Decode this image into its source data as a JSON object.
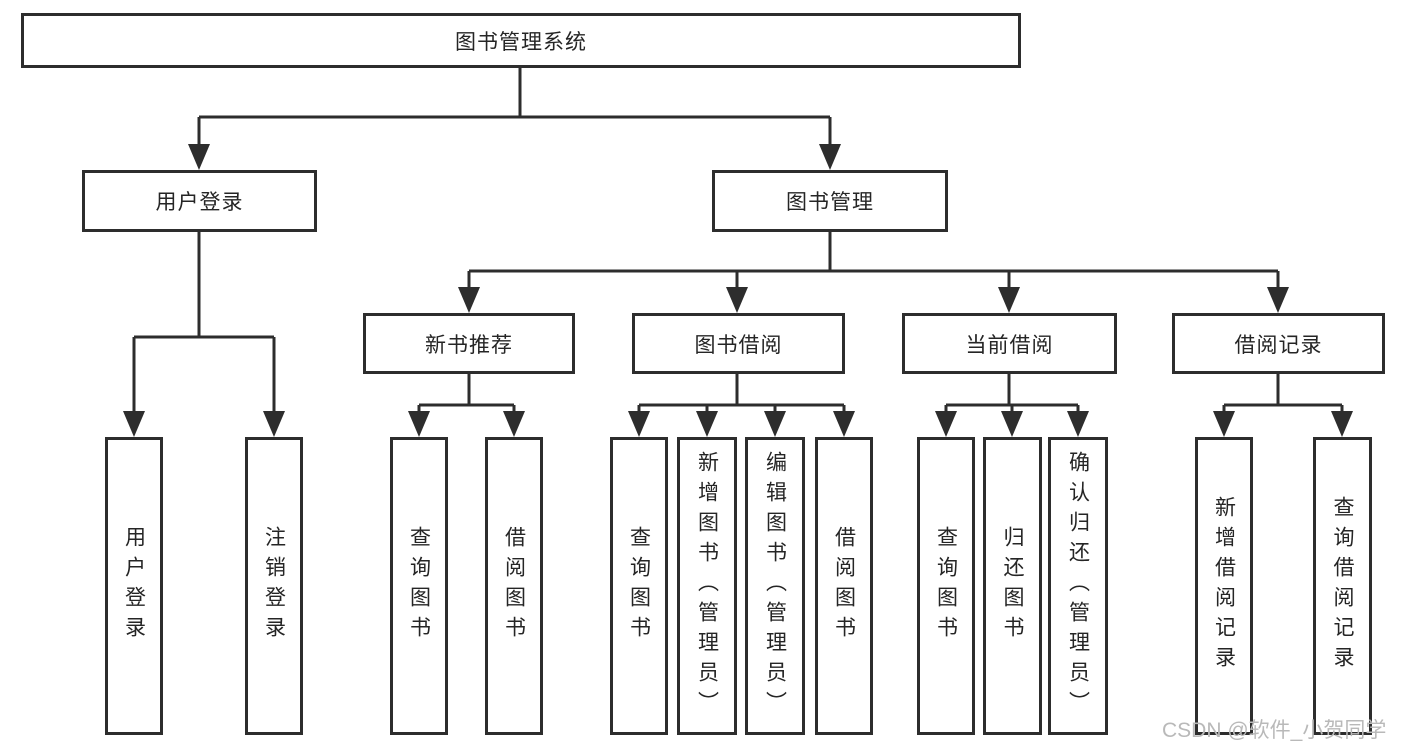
{
  "tree": {
    "root": {
      "label": "图书管理系统"
    },
    "children": [
      {
        "label": "用户登录",
        "children": [
          {
            "label": "用户登录"
          },
          {
            "label": "注销登录"
          }
        ]
      },
      {
        "label": "图书管理",
        "children": [
          {
            "label": "新书推荐",
            "children": [
              {
                "label": "查询图书"
              },
              {
                "label": "借阅图书"
              }
            ]
          },
          {
            "label": "图书借阅",
            "children": [
              {
                "label": "查询图书"
              },
              {
                "label": "新增图书（管理员）"
              },
              {
                "label": "编辑图书（管理员）"
              },
              {
                "label": "借阅图书"
              }
            ]
          },
          {
            "label": "当前借阅",
            "children": [
              {
                "label": "查询图书"
              },
              {
                "label": "归还图书"
              },
              {
                "label": "确认归还（管理员）"
              }
            ]
          },
          {
            "label": "借阅记录",
            "children": [
              {
                "label": "新增借阅记录"
              },
              {
                "label": "查询借阅记录"
              }
            ]
          }
        ]
      }
    ]
  },
  "watermark": "CSDN @软件_小贺同学",
  "colors": {
    "line": "#2d2d2d",
    "box_border": "#2d2d2d",
    "text": "#252525",
    "background": "#ffffff",
    "watermark": "#b9b9b9"
  }
}
